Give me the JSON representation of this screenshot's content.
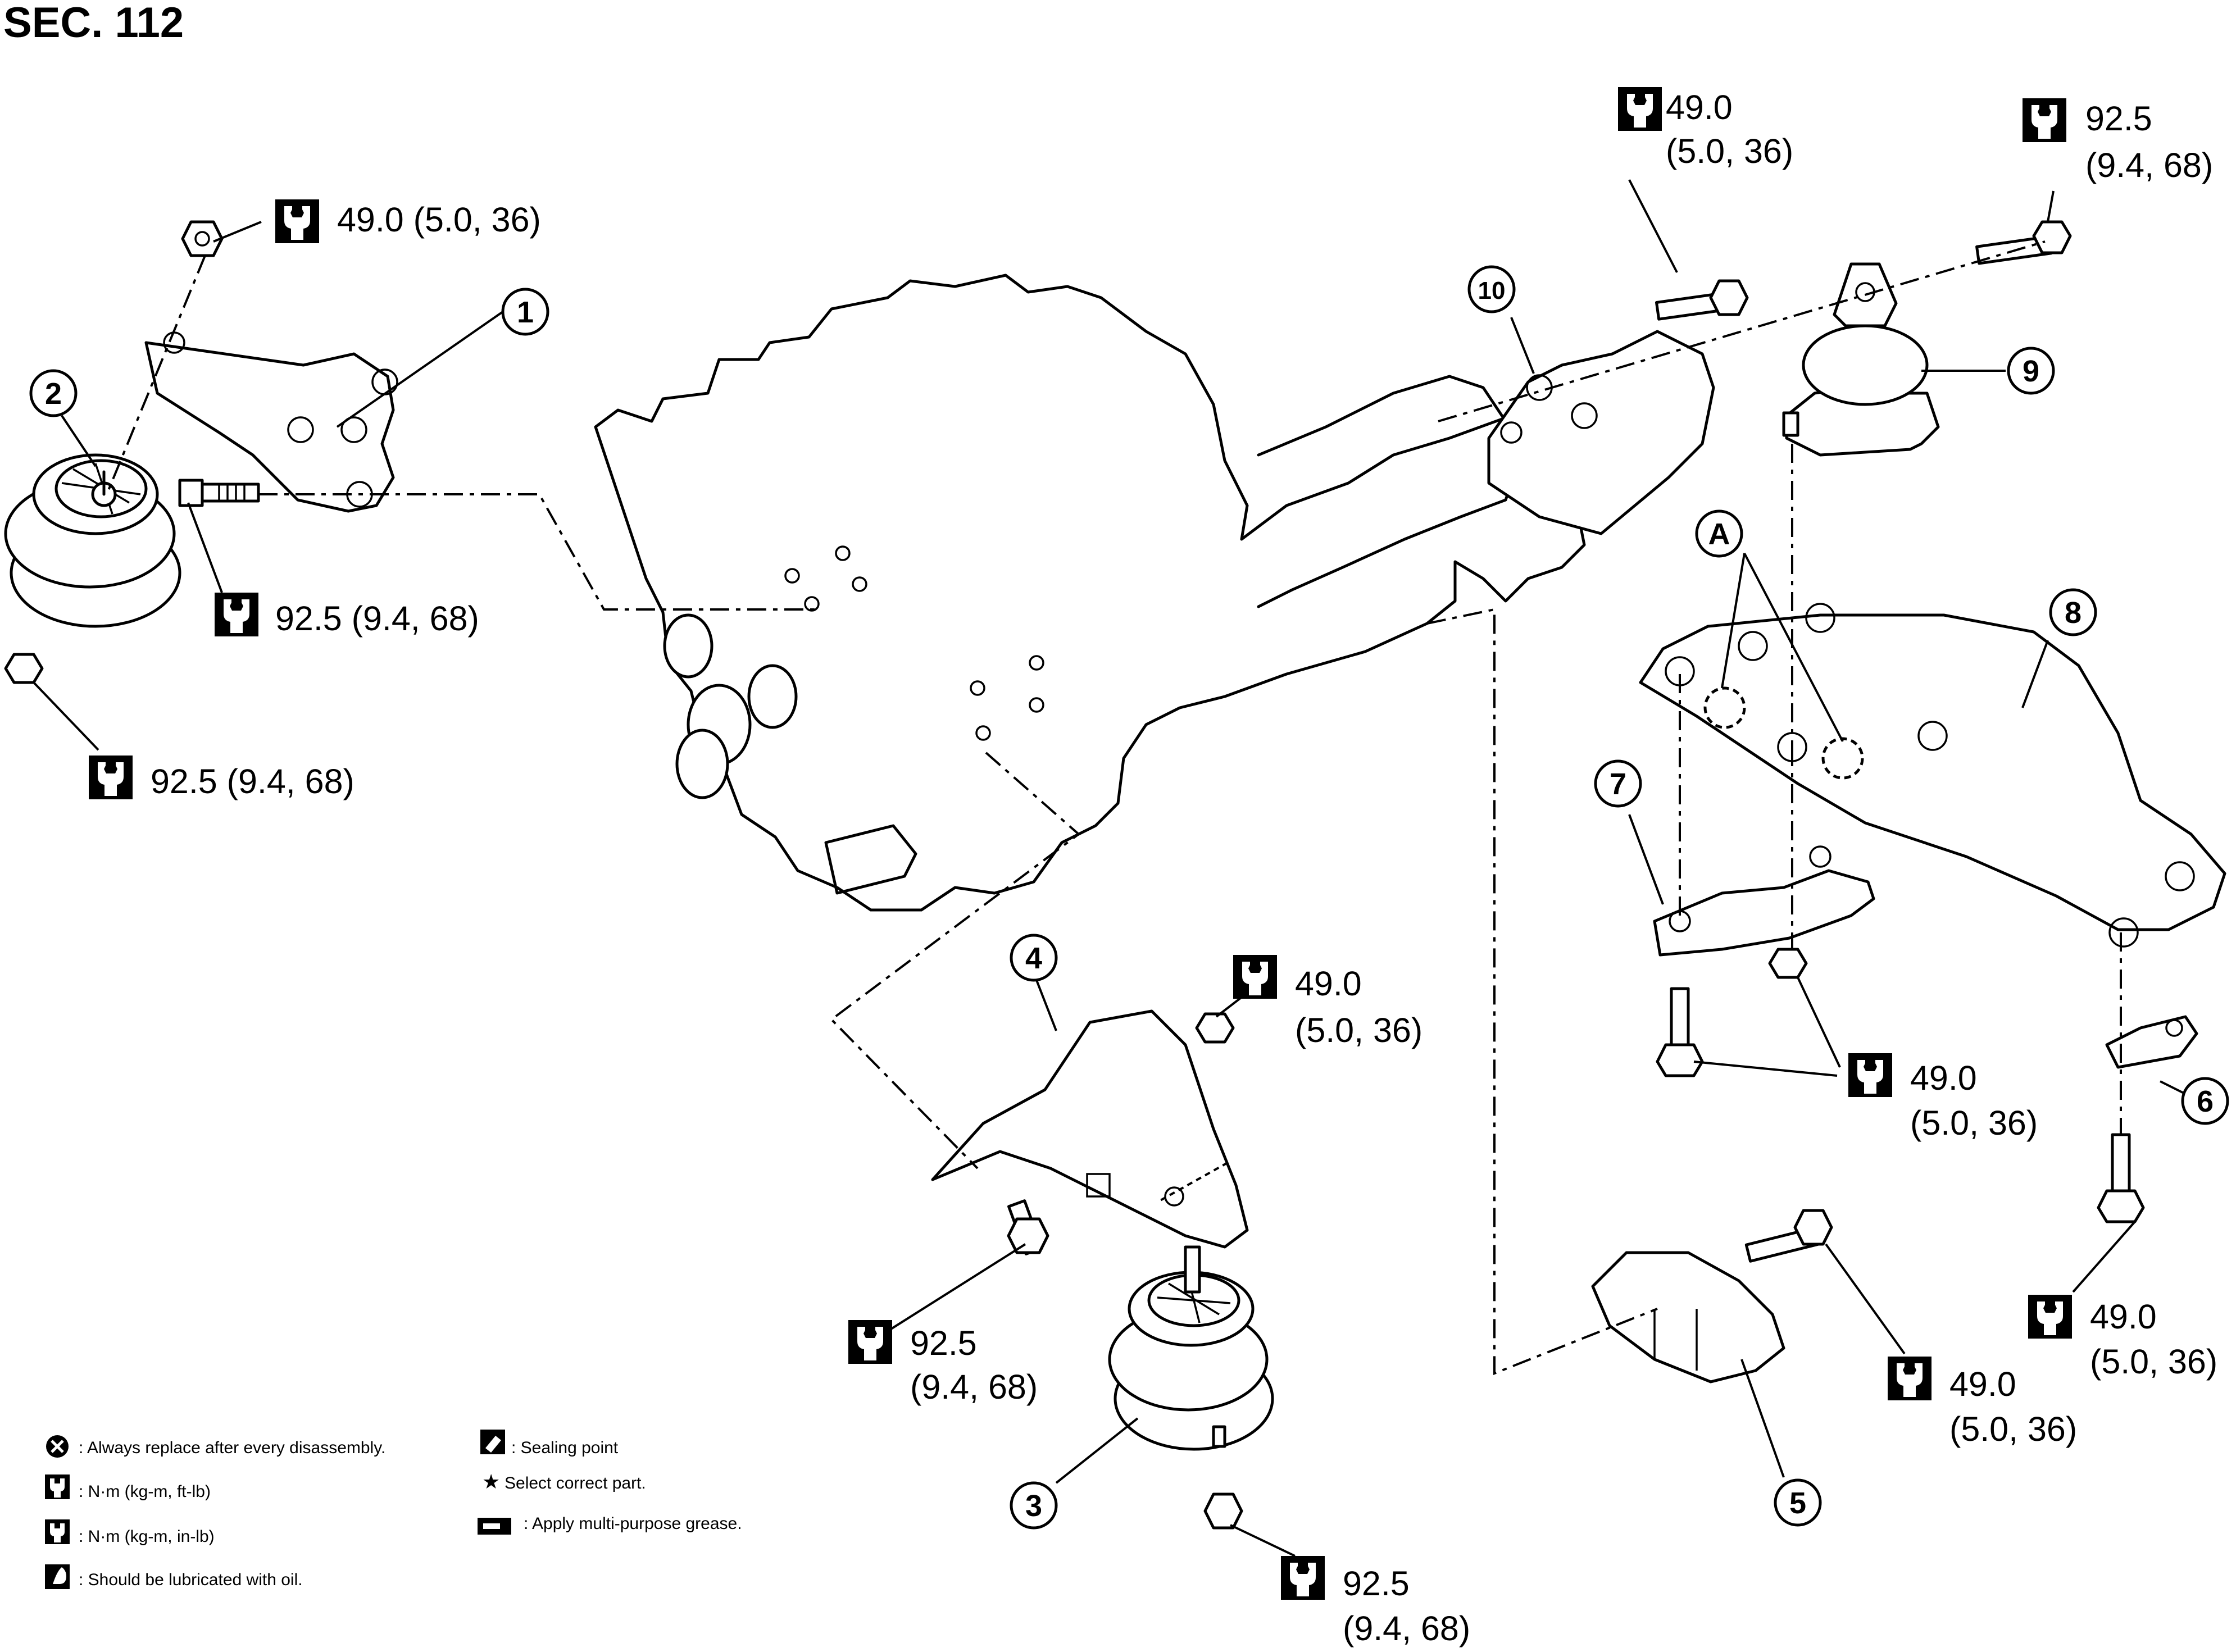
{
  "section_title": "SEC. 112",
  "torque_labels": {
    "t1": "49.0 (5.0, 36)",
    "t2": "92.5 (9.4, 68)",
    "t3": "92.5 (9.4, 68)",
    "t4_a": "49.0",
    "t4_b": "(5.0, 36)",
    "t5_a": "92.5",
    "t5_b": "(9.4, 68)",
    "t6_a": "49.0",
    "t6_b": "(5.0, 36)",
    "t7_a": "92.5",
    "t7_b": "(9.4, 68)",
    "t8_a": "92.5",
    "t8_b": "(9.4, 68)",
    "t9_a": "49.0",
    "t9_b": "(5.0, 36)",
    "t10_a": "49.0",
    "t10_b": "(5.0, 36)",
    "t11_a": "49.0",
    "t11_b": "(5.0, 36)"
  },
  "callouts": [
    "1",
    "2",
    "3",
    "4",
    "5",
    "6",
    "7",
    "8",
    "9",
    "10",
    "A"
  ],
  "legend": {
    "replace": ": Always replace after every disassembly.",
    "nm_ftlb": ": N·m (kg-m, ft-lb)",
    "nm_inlb": ": N·m (kg-m, in-lb)",
    "lubricate": ": Should be lubricated with oil.",
    "sealing": ": Sealing point",
    "select": "Select correct part.",
    "grease": ": Apply multi-purpose grease."
  },
  "icons": [
    "torque-wrench-icon",
    "replace-icon",
    "sealing-icon",
    "star-icon",
    "grease-icon",
    "oil-icon"
  ]
}
